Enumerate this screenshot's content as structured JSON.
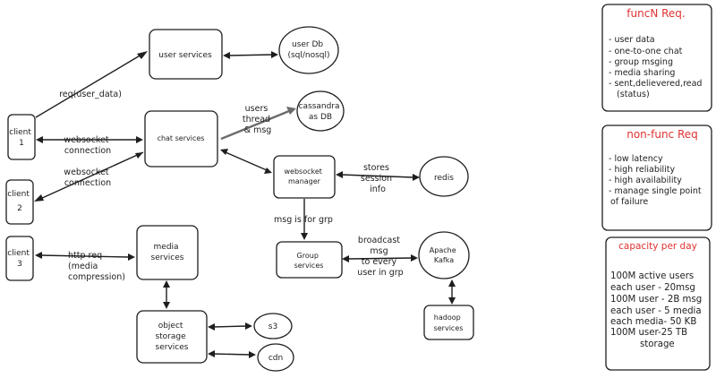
{
  "nodes": {
    "client1": [
      "client",
      "1"
    ],
    "client2": [
      "client",
      "2"
    ],
    "client3": [
      "client",
      "3"
    ],
    "user_services": [
      "user services"
    ],
    "user_db": [
      "user Db",
      "(sql/nosql)"
    ],
    "chat_services": [
      "chat services"
    ],
    "cassandra": [
      "cassandra",
      "as DB"
    ],
    "websocket_manager": [
      "websocket",
      "manager"
    ],
    "redis": [
      "redis"
    ],
    "group_services": [
      "Group",
      "services"
    ],
    "kafka": [
      "Apache",
      "Kafka"
    ],
    "hadoop": [
      "hadoop",
      "services"
    ],
    "media_services": [
      "media",
      "services"
    ],
    "object_storage": [
      "object",
      "storage",
      "services"
    ],
    "s3": [
      "s3"
    ],
    "cdn": [
      "cdn"
    ]
  },
  "edge_labels": {
    "req_user_data": [
      "req(user_data)"
    ],
    "websocket1": [
      "websocket",
      "connection"
    ],
    "websocket2": [
      "websocket",
      "connection"
    ],
    "users_thread": [
      "users",
      "thread",
      "& msg"
    ],
    "stores_session": [
      "stores",
      "session",
      "info"
    ],
    "msg_for_grp": [
      "msg is for grp"
    ],
    "broadcast": [
      "broadcast",
      "msg",
      "to every",
      "user in grp"
    ],
    "http_req": [
      "http req",
      "(media",
      "compression)"
    ]
  },
  "panels": {
    "functional": {
      "title": "funcN Req.",
      "items": [
        "- user data",
        "- one-to-one chat",
        "- group msging",
        "- media sharing",
        "- sent,delievered,read",
        "   (status)"
      ]
    },
    "non_functional": {
      "title": "non-func Req",
      "items": [
        "- low latency",
        "- high reliability",
        "- high availability",
        "- manage single point",
        "of failure"
      ]
    },
    "capacity": {
      "title": "capacity per day",
      "items": [
        "100M active users",
        "each user - 20msg",
        "100M user - 2B msg",
        "each user - 5 media",
        "each media- 50 KB",
        "100M user-25 TB",
        "storage"
      ]
    }
  },
  "colors": {
    "ink": "#1e1e1e",
    "accent_red": "#e03131",
    "grey_edge": "#6b6b6b"
  }
}
